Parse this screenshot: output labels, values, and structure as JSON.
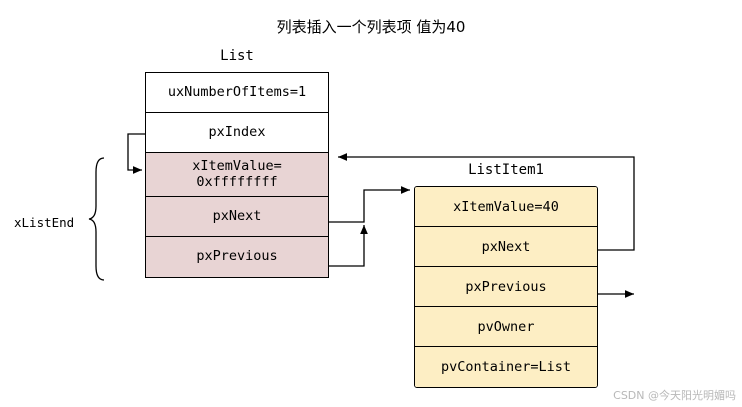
{
  "title": "列表插入一个列表项 值为40",
  "list": {
    "caption": "List",
    "rows": [
      {
        "label": "uxNumberOfItems=1",
        "shaded": false
      },
      {
        "label": "pxIndex",
        "shaded": false
      },
      {
        "label": "xItemValue=\n0xffffffff",
        "shaded": true
      },
      {
        "label": "pxNext",
        "shaded": true
      },
      {
        "label": "pxPrevious",
        "shaded": true
      }
    ],
    "row_value_line1": "xItemValue=",
    "row_value_line2": "0xffffffff"
  },
  "listitem": {
    "caption": "ListItem1",
    "rows": [
      "xItemValue=40",
      "pxNext",
      "pxPrevious",
      "pvOwner",
      "pvContainer=List"
    ]
  },
  "annotations": {
    "xlistend": "xListEnd"
  },
  "watermark": "CSDN @今天阳光明媚吗",
  "colors": {
    "list_shaded_fill": "#e8d4d4",
    "listitem_fill": "#fdeec4",
    "stroke": "#000000",
    "background": "#ffffff"
  }
}
